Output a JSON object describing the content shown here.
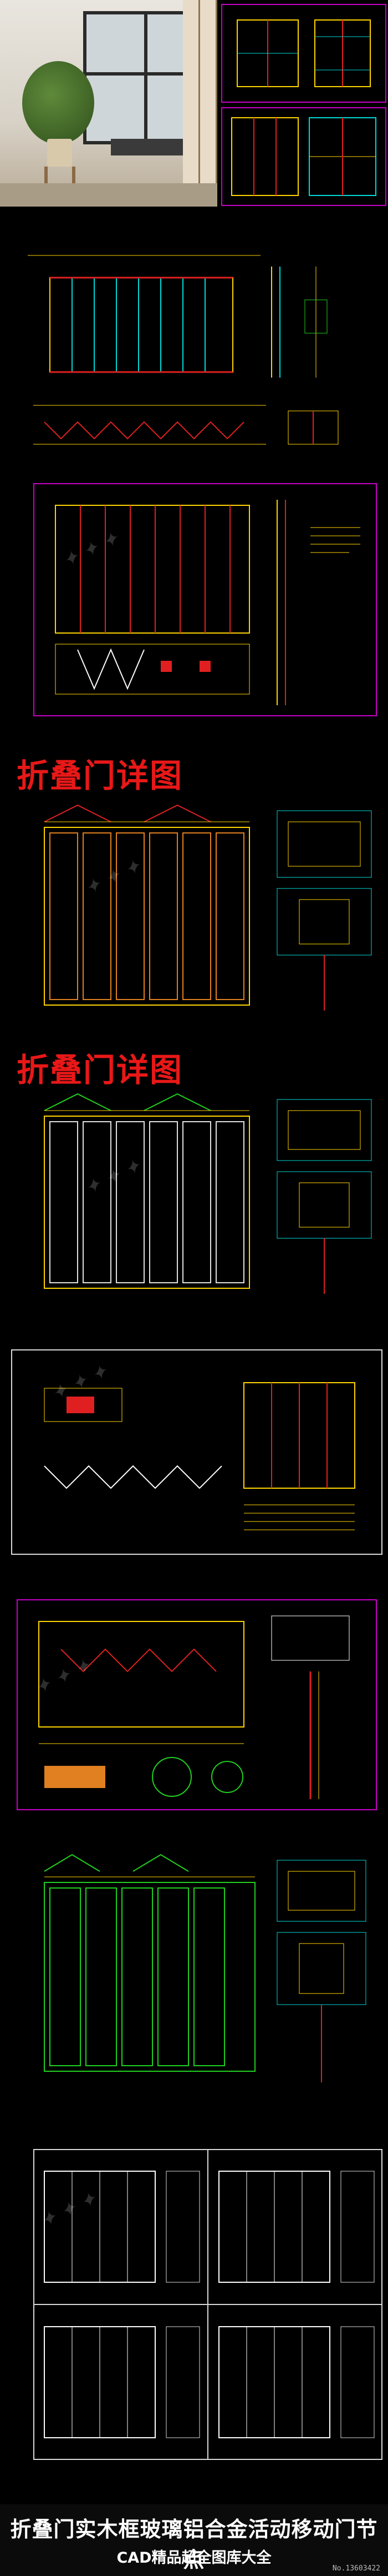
{
  "headings": {
    "detail_1": "折叠门详图",
    "detail_2": "折叠门详图"
  },
  "footer": {
    "title": "折叠门实木框玻璃铝合金活动移动门节点",
    "subtitle": "CAD精品超全图库大全",
    "number": "No.13603422"
  },
  "colors": {
    "background": "#000000",
    "cad_yellow": "#ffd400",
    "cad_red": "#e02020",
    "cad_cyan": "#00d8d8",
    "cad_magenta": "#c800c8",
    "cad_green": "#20d020",
    "heading_red": "#e81818"
  }
}
